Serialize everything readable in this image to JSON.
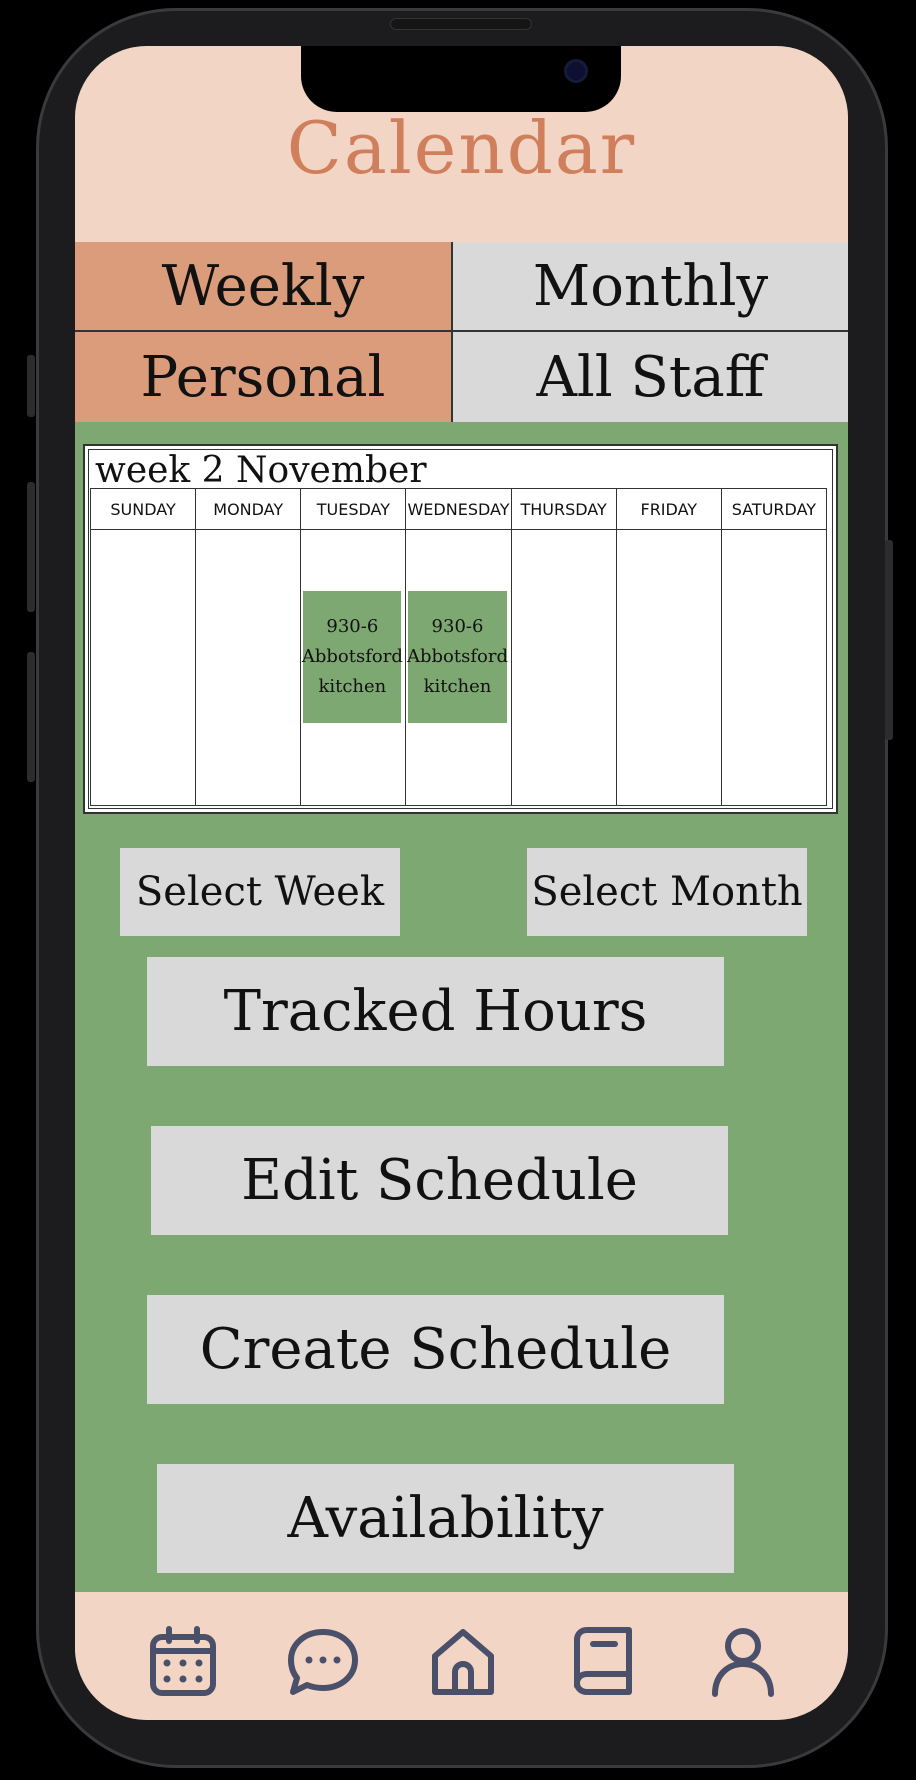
{
  "app": {
    "title": "Calendar"
  },
  "view_tabs": {
    "weekly": "Weekly",
    "monthly": "Monthly"
  },
  "scope_tabs": {
    "personal": "Personal",
    "all_staff": "All Staff"
  },
  "calendar": {
    "week_label": "week 2 November",
    "days": [
      "SUNDAY",
      "MONDAY",
      "TUESDAY",
      "WEDNESDAY",
      "THURSDAY",
      "FRIDAY",
      "SATURDAY"
    ],
    "shifts": [
      {
        "day": "TUESDAY",
        "time": "930-6",
        "location": "Abbotsford",
        "area": "kitchen"
      },
      {
        "day": "WEDNESDAY",
        "time": "930-6",
        "location": "Abbotsford",
        "area": "kitchen"
      }
    ]
  },
  "buttons": {
    "select_week": "Select Week",
    "select_month": "Select Month",
    "tracked_hours": "Tracked Hours",
    "edit_schedule": "Edit Schedule",
    "create_schedule": "Create Schedule",
    "availability": "Availability"
  },
  "nav": {
    "items": [
      "calendar-icon",
      "chat-icon",
      "home-icon",
      "book-icon",
      "profile-icon"
    ],
    "icon_color": "#4a4f6a"
  },
  "colors": {
    "header_bg": "#f2d5c4",
    "title": "#cf7f5b",
    "tab_active": "#db9c7c",
    "tab_inactive": "#d9d9d9",
    "body_bg": "#7ea872",
    "button_bg": "#d9d9d9"
  }
}
